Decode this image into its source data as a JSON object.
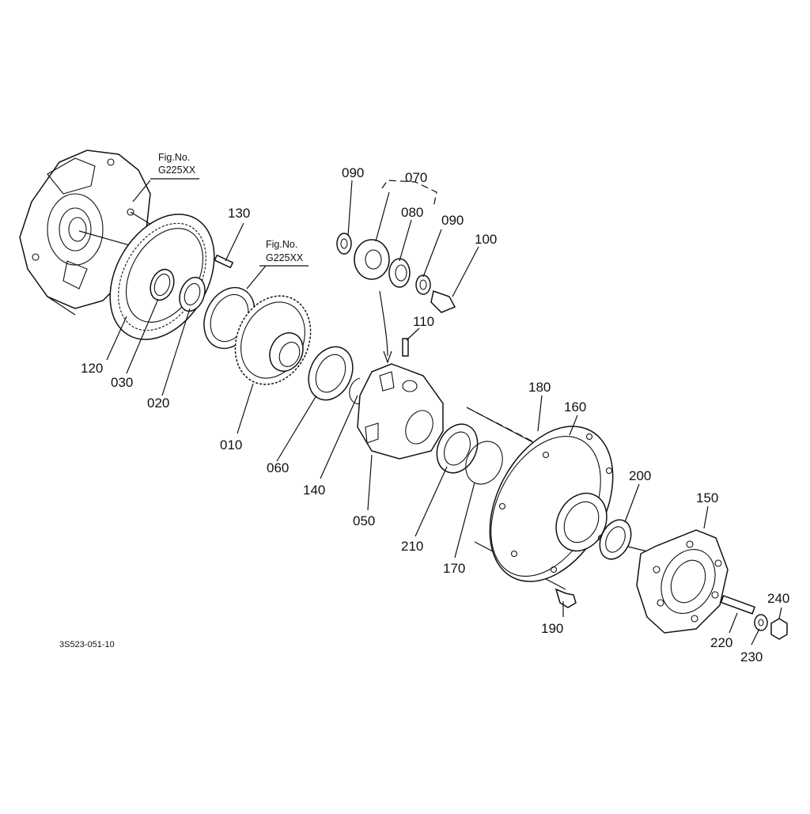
{
  "diagram": {
    "drawing_code": "3S523-051-10",
    "references": [
      {
        "id": "ref-left",
        "line1": "Fig.No.",
        "line2": "G225XX"
      },
      {
        "id": "ref-mid",
        "line1": "Fig.No.",
        "line2": "G225XX"
      }
    ],
    "parts": [
      {
        "no": "010"
      },
      {
        "no": "020"
      },
      {
        "no": "030"
      },
      {
        "no": "050"
      },
      {
        "no": "060"
      },
      {
        "no": "070"
      },
      {
        "no": "080"
      },
      {
        "no": "090a",
        "label": "090"
      },
      {
        "no": "090b",
        "label": "090"
      },
      {
        "no": "100"
      },
      {
        "no": "110"
      },
      {
        "no": "120"
      },
      {
        "no": "130"
      },
      {
        "no": "140"
      },
      {
        "no": "150"
      },
      {
        "no": "160"
      },
      {
        "no": "170"
      },
      {
        "no": "180"
      },
      {
        "no": "190"
      },
      {
        "no": "200"
      },
      {
        "no": "210"
      },
      {
        "no": "220"
      },
      {
        "no": "230"
      },
      {
        "no": "240"
      }
    ],
    "labels": {
      "p010": "010",
      "p020": "020",
      "p030": "030",
      "p050": "050",
      "p060": "060",
      "p070": "070",
      "p080": "080",
      "p090a": "090",
      "p090b": "090",
      "p100": "100",
      "p110": "110",
      "p120": "120",
      "p130": "130",
      "p140": "140",
      "p150": "150",
      "p160": "160",
      "p170": "170",
      "p180": "180",
      "p190": "190",
      "p200": "200",
      "p210": "210",
      "p220": "220",
      "p230": "230",
      "p240": "240"
    }
  }
}
